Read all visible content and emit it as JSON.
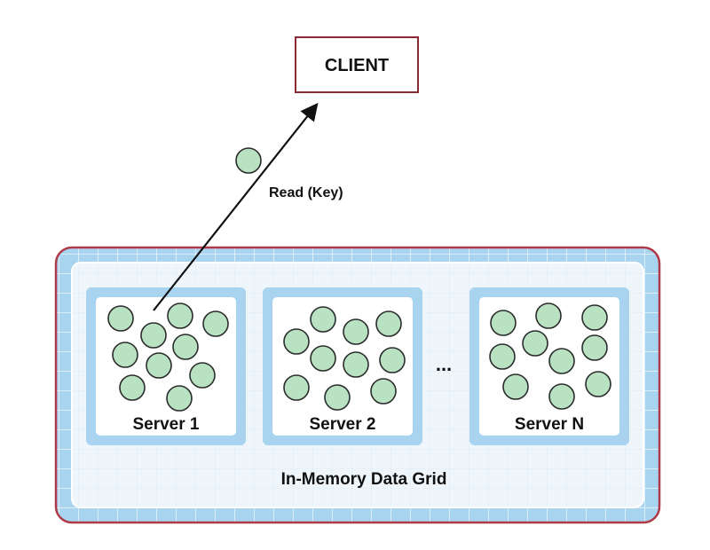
{
  "client": {
    "label": "CLIENT"
  },
  "request": {
    "label": "Read (Key)"
  },
  "grid": {
    "label": "In-Memory Data Grid"
  },
  "servers": [
    {
      "label": "Server 1"
    },
    {
      "label": "Server 2"
    },
    {
      "label": "Server N"
    }
  ],
  "ellipsis": "...",
  "colors": {
    "grid_border": "#b03a48",
    "grid_fill": "#a8d4f0",
    "grid_inner": "#eef6fb",
    "server_frame": "#a8d4f0",
    "object_fill": "#b9e2c2",
    "object_stroke": "#2b2b2b",
    "client_border": "#8b2a35"
  }
}
